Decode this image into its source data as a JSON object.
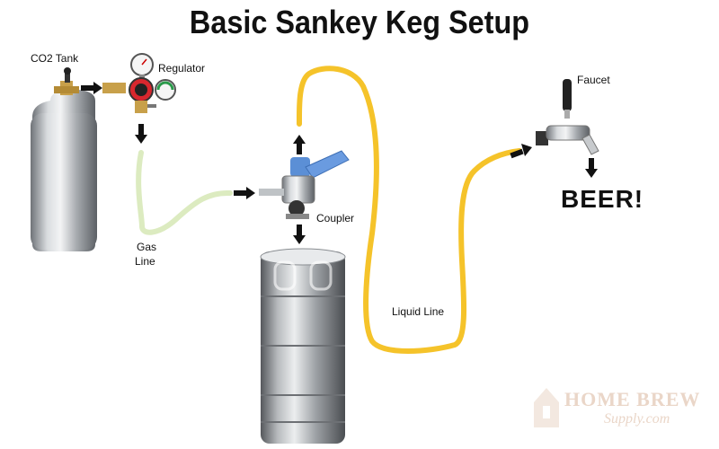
{
  "title": "Basic Sankey Keg Setup",
  "labels": {
    "co2_tank": "CO2 Tank",
    "regulator": "Regulator",
    "gas_line_1": "Gas",
    "gas_line_2": "Line",
    "coupler": "Coupler",
    "liquid_line": "Liquid Line",
    "faucet": "Faucet",
    "beer": "BEER!"
  },
  "watermark": {
    "line1": "HOME BREW",
    "line2": "Supply.com"
  },
  "colors": {
    "gas_line": "#dcebc0",
    "liquid_line": "#f5c32a",
    "coupler_handle": "#5b8fd6",
    "regulator_red": "#d8272e",
    "brass": "#c8a04a"
  }
}
